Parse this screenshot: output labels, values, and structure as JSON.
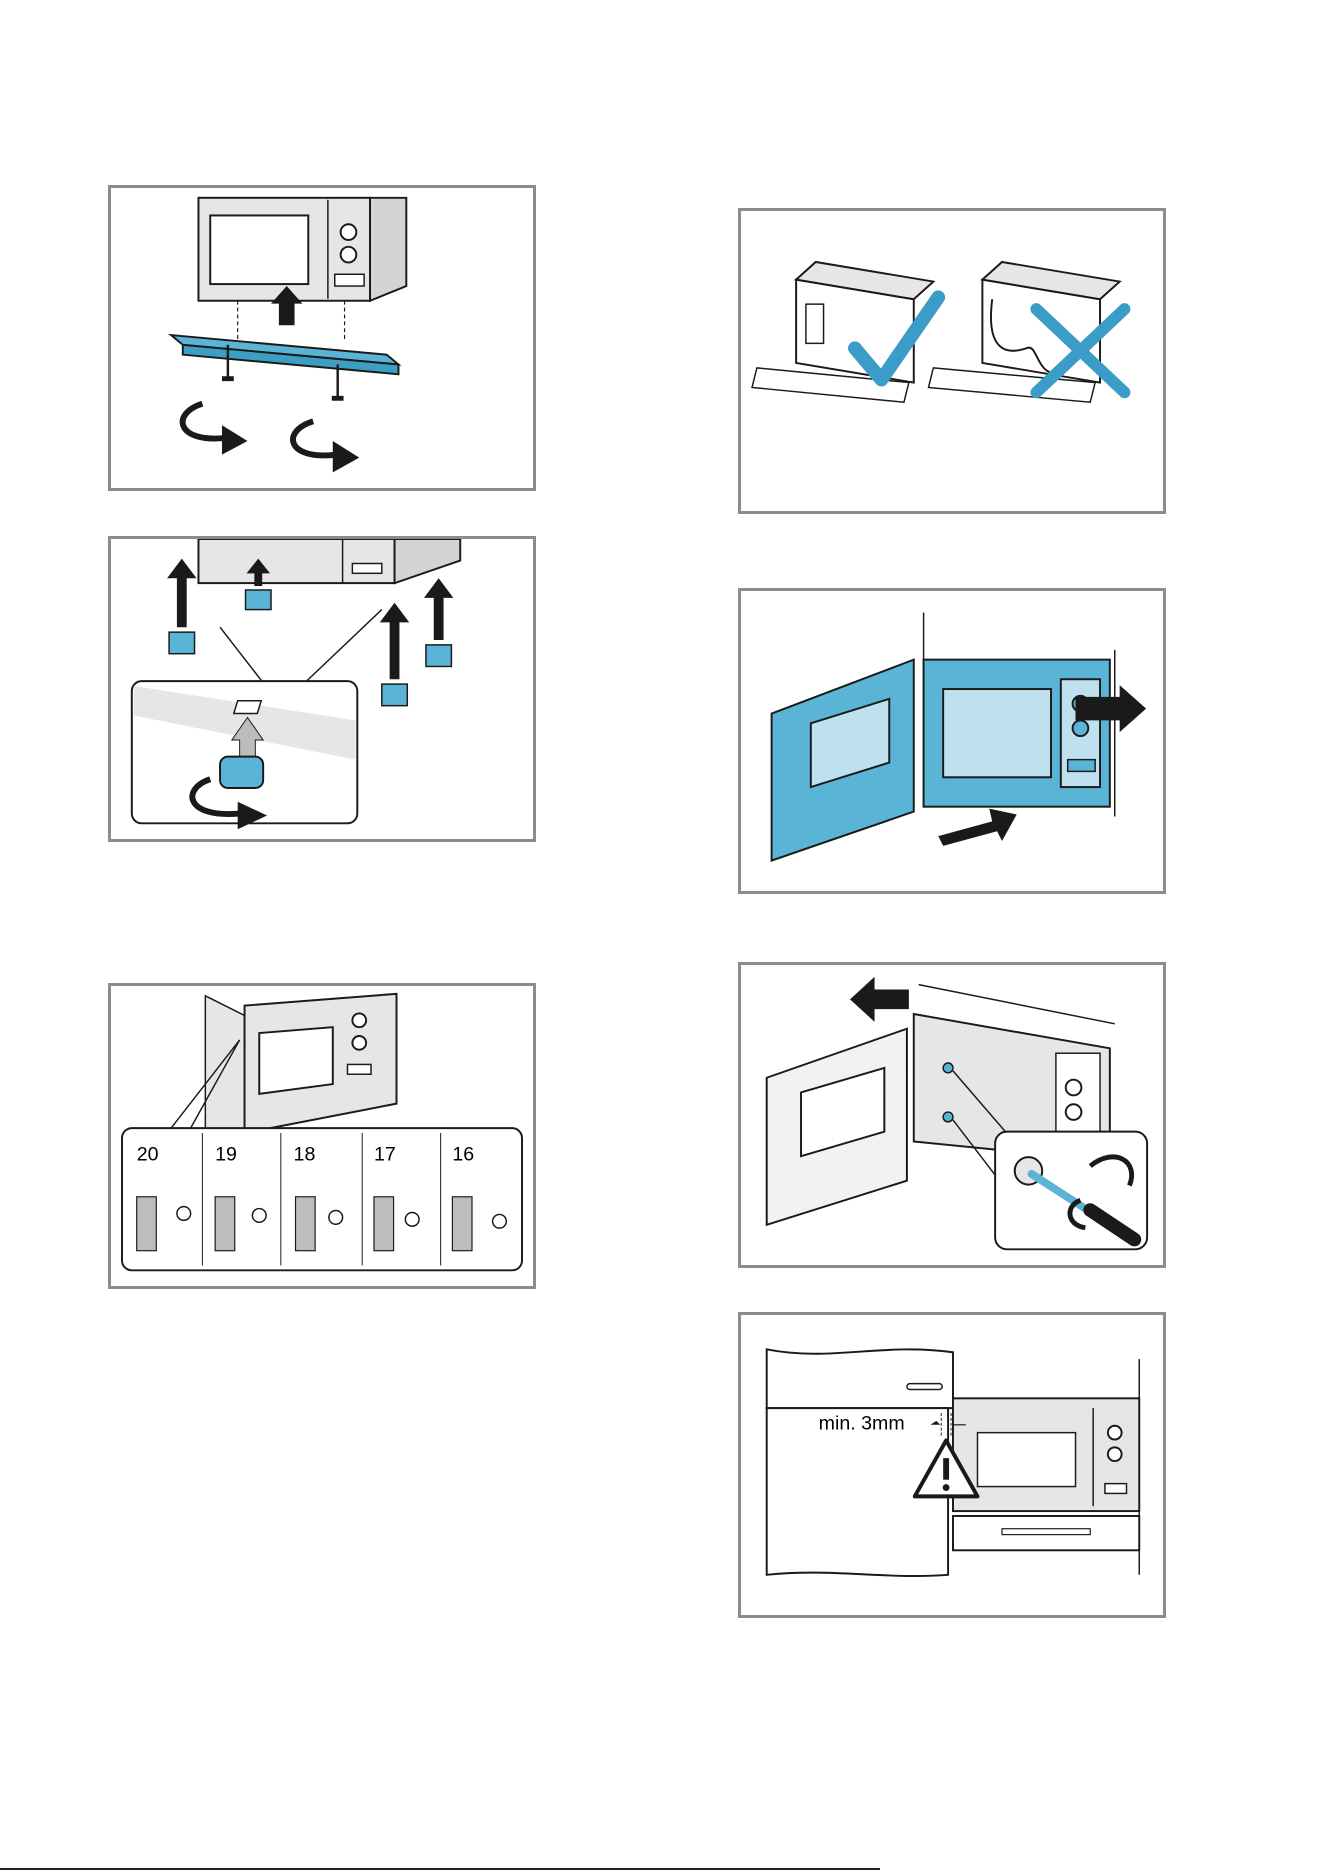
{
  "colors": {
    "frame": "#8c8c8c",
    "accent_blue": "#5ab4d6",
    "light_blue": "#bfe0ee",
    "appliance_gray": "#e6e6e6",
    "line": "#1a1a1a"
  },
  "panels": {
    "bracket": {
      "icons": [
        "microwave-icon",
        "bracket-icon",
        "screw-icon",
        "rotate-arrow-icon"
      ]
    },
    "feet": {
      "icons": [
        "foot-icon",
        "up-arrow-icon",
        "zoom-callout-icon"
      ]
    },
    "spacing": {
      "labels": [
        "20",
        "19",
        "18",
        "17",
        "16"
      ],
      "icons": [
        "microwave-icon",
        "cabinet-wall-icon",
        "wing-nut-icon"
      ]
    },
    "cable": {
      "icons": [
        "correct-check-icon",
        "wrong-cross-icon",
        "cable-icon"
      ]
    },
    "door_open": {
      "icons": [
        "open-door-icon",
        "push-arrow-icon"
      ]
    },
    "fix_screws": {
      "icons": [
        "screwdriver-icon",
        "screw-icon",
        "rotate-arrow-icon"
      ]
    },
    "gap": {
      "label": "min. 3mm",
      "icons": [
        "warning-icon",
        "cabinet-door-icon",
        "microwave-icon"
      ]
    }
  }
}
